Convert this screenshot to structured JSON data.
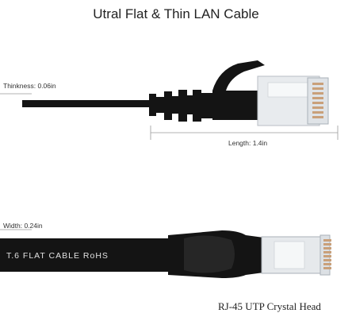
{
  "title": "Utral Flat & Thin LAN Cable",
  "top_view": {
    "thickness_label": "Thinkness: 0.06in",
    "length_label": "Length: 1.4in"
  },
  "bottom_view": {
    "width_label": "Width: 0.24in",
    "cable_print": "T.6 FLAT CABLE RoHS"
  },
  "footer": "RJ-45 UTP Crystal Head",
  "colors": {
    "cable": "#141414",
    "plug": "#e8ebee",
    "contacts": "#c9a07a",
    "dimension_line": "#9a9a9a"
  }
}
